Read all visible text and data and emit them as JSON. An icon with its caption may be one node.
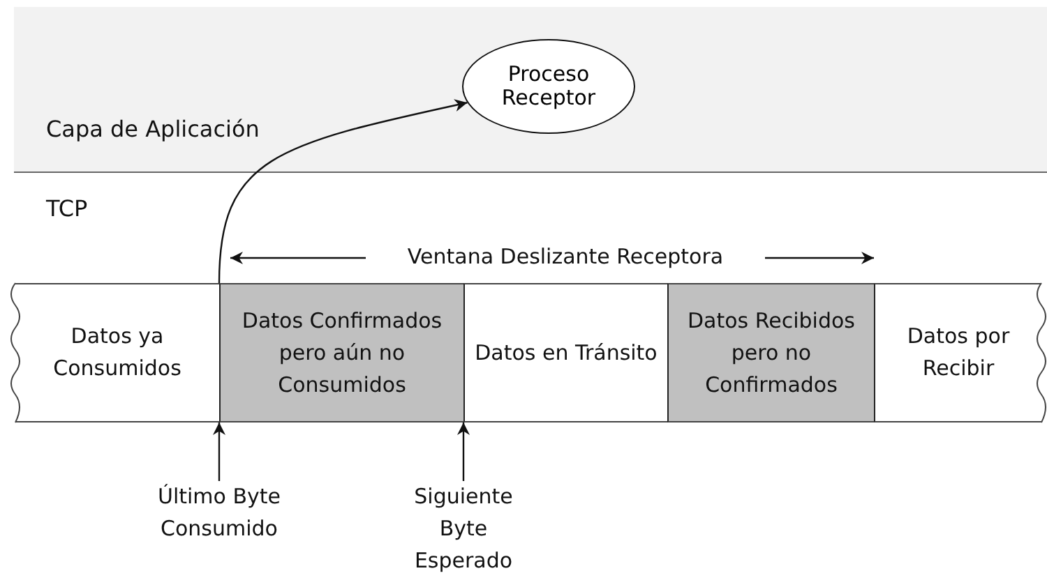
{
  "diagram": {
    "nodes": [
      {
        "text": [
          "Capa de Aplicación"
        ]
      },
      {
        "text": [
          "Proceso Receptor"
        ],
        "in": 0
      },
      {
        "text": [
          "TCP"
        ]
      },
      {
        "text": [
          "Datos ya Consumidos"
        ],
        "in": 2
      },
      {
        "text": [
          "Datos Confirmados pero aún no Consumidos"
        ],
        "in": 2
      },
      {
        "text": [
          "Datos en Tránsito"
        ],
        "in": 2
      },
      {
        "text": [
          "Datos Recibidos pero no Confirmados"
        ],
        "in": 2
      },
      {
        "text": [
          "Datos por Recibir"
        ],
        "in": 2
      },
      {
        "text": [
          "Último Byte Consumido"
        ],
        "in": 2
      },
      {
        "text": [
          "Siguiente Byte Esperado"
        ],
        "in": 2
      }
    ],
    "edges": [
      {
        "from": 4,
        "to": 1,
        "arrow": "to"
      },
      {
        "from": 8,
        "to": 4,
        "arrow": "to"
      },
      {
        "from": 9,
        "to": 5,
        "arrow": "to"
      }
    ],
    "labels": [
      "Ventana Deslizante Receptora"
    ]
  }
}
